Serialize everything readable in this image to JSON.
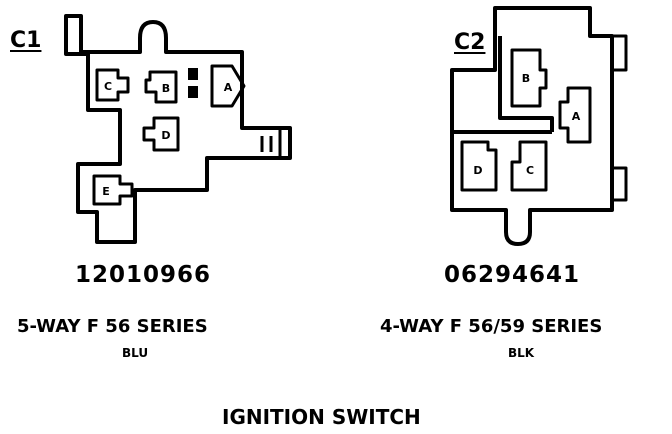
{
  "connectors": [
    {
      "label": "C1",
      "part_number": "12010966",
      "series": "5-WAY F 56 SERIES",
      "color": "BLU",
      "pins": [
        "A",
        "B",
        "C",
        "D",
        "E"
      ]
    },
    {
      "label": "C2",
      "part_number": "06294641",
      "series": "4-WAY F 56/59 SERIES",
      "color": "BLK",
      "pins": [
        "A",
        "B",
        "C",
        "D"
      ]
    }
  ],
  "title": "IGNITION SWITCH"
}
